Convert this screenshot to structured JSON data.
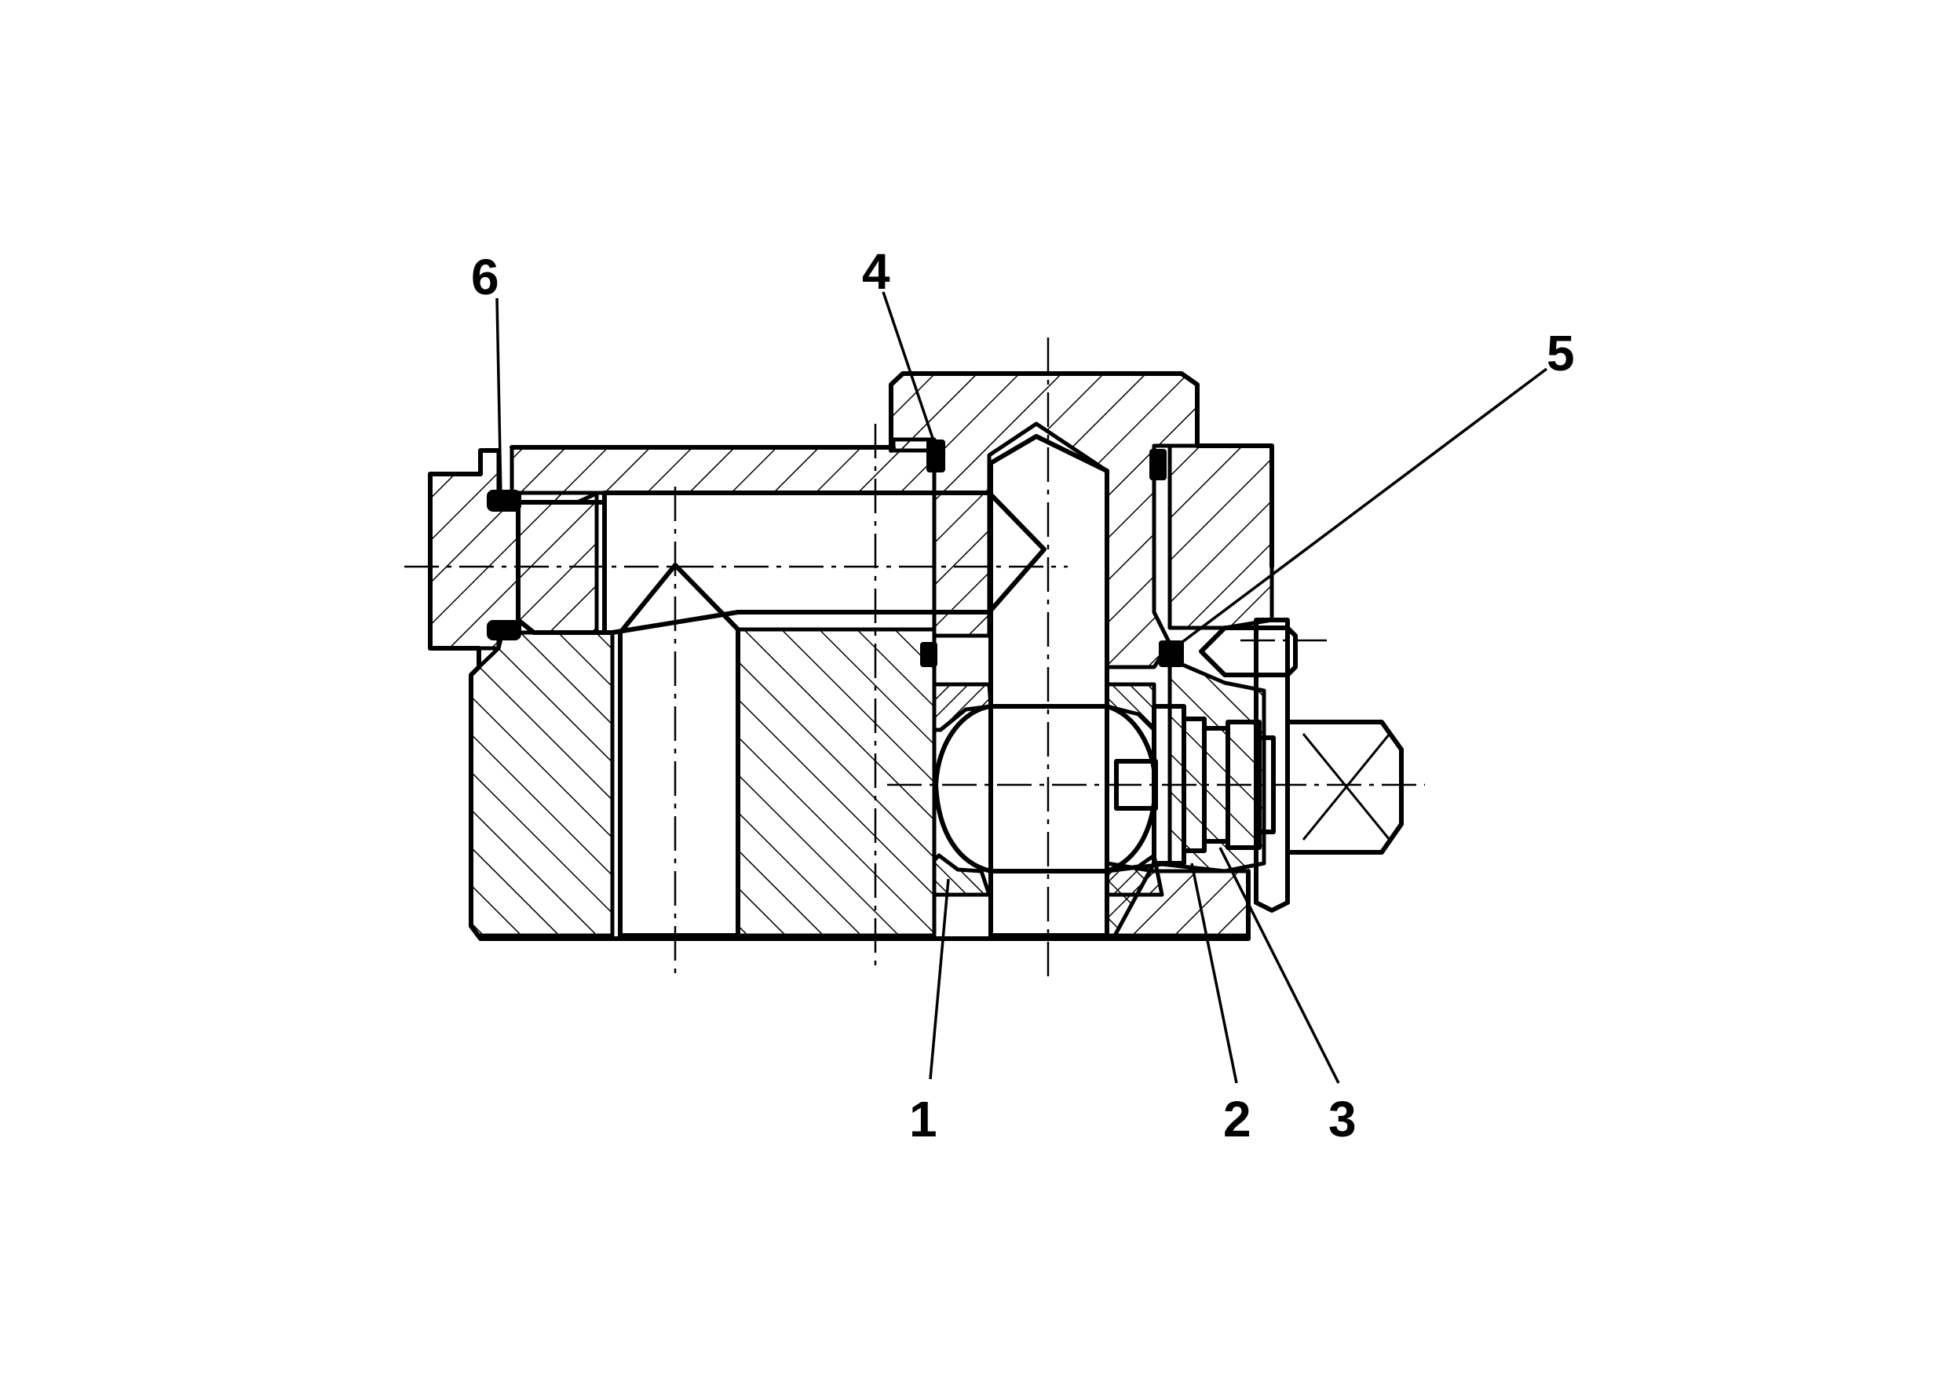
{
  "drawing": {
    "callouts": [
      {
        "id": "1",
        "label": "1"
      },
      {
        "id": "2",
        "label": "2"
      },
      {
        "id": "3",
        "label": "3"
      },
      {
        "id": "4",
        "label": "4"
      },
      {
        "id": "5",
        "label": "5"
      },
      {
        "id": "6",
        "label": "6"
      }
    ]
  },
  "colors": {
    "ink": "#000000",
    "paper": "#ffffff"
  }
}
